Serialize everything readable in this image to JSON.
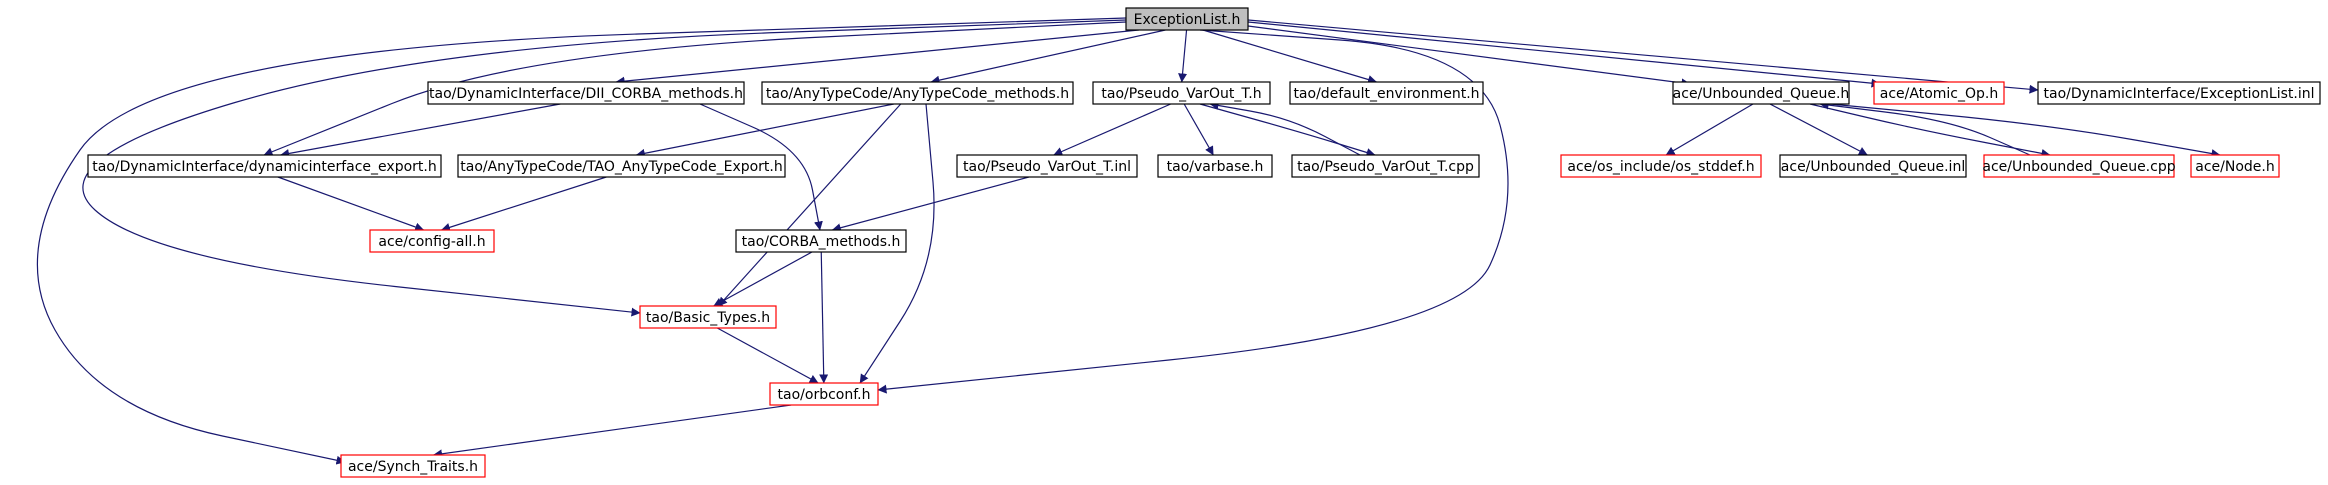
{
  "colors": {
    "edge": "#191970",
    "root_fill": "#bfbfbf",
    "node_border_plain": "#000000",
    "node_border_red": "#ff0000",
    "text": "#000000"
  },
  "nodes": [
    {
      "id": "exceptionlist_h",
      "label": "ExceptionList.h",
      "style": "root"
    },
    {
      "id": "dii_corba_methods_h",
      "label": "tao/DynamicInterface/DII_CORBA_methods.h",
      "style": "plain"
    },
    {
      "id": "anytypecode_methods_h",
      "label": "tao/AnyTypeCode/AnyTypeCode_methods.h",
      "style": "plain"
    },
    {
      "id": "pseudo_varout_t_h",
      "label": "tao/Pseudo_VarOut_T.h",
      "style": "plain"
    },
    {
      "id": "default_environment_h",
      "label": "tao/default_environment.h",
      "style": "plain"
    },
    {
      "id": "unbounded_queue_h",
      "label": "ace/Unbounded_Queue.h",
      "style": "plain"
    },
    {
      "id": "atomic_op_h",
      "label": "ace/Atomic_Op.h",
      "style": "red"
    },
    {
      "id": "exceptionlist_inl",
      "label": "tao/DynamicInterface/ExceptionList.inl",
      "style": "plain"
    },
    {
      "id": "dynamicinterface_export_h",
      "label": "tao/DynamicInterface/dynamicinterface_export.h",
      "style": "plain"
    },
    {
      "id": "tao_anytypecode_export_h",
      "label": "tao/AnyTypeCode/TAO_AnyTypeCode_Export.h",
      "style": "plain"
    },
    {
      "id": "pseudo_varout_t_inl",
      "label": "tao/Pseudo_VarOut_T.inl",
      "style": "plain"
    },
    {
      "id": "varbase_h",
      "label": "tao/varbase.h",
      "style": "plain"
    },
    {
      "id": "pseudo_varout_t_cpp",
      "label": "tao/Pseudo_VarOut_T.cpp",
      "style": "plain"
    },
    {
      "id": "os_stddef_h",
      "label": "ace/os_include/os_stddef.h",
      "style": "red"
    },
    {
      "id": "unbounded_queue_inl",
      "label": "ace/Unbounded_Queue.inl",
      "style": "plain"
    },
    {
      "id": "unbounded_queue_cpp",
      "label": "ace/Unbounded_Queue.cpp",
      "style": "red"
    },
    {
      "id": "node_h",
      "label": "ace/Node.h",
      "style": "red"
    },
    {
      "id": "config_all_h",
      "label": "ace/config-all.h",
      "style": "red"
    },
    {
      "id": "corba_methods_h",
      "label": "tao/CORBA_methods.h",
      "style": "plain"
    },
    {
      "id": "basic_types_h",
      "label": "tao/Basic_Types.h",
      "style": "red"
    },
    {
      "id": "orbconf_h",
      "label": "tao/orbconf.h",
      "style": "red"
    },
    {
      "id": "synch_traits_h",
      "label": "ace/Synch_Traits.h",
      "style": "red"
    }
  ],
  "edges": [
    [
      "exceptionlist_h",
      "dii_corba_methods_h"
    ],
    [
      "exceptionlist_h",
      "anytypecode_methods_h"
    ],
    [
      "exceptionlist_h",
      "pseudo_varout_t_h"
    ],
    [
      "exceptionlist_h",
      "default_environment_h"
    ],
    [
      "exceptionlist_h",
      "unbounded_queue_h"
    ],
    [
      "exceptionlist_h",
      "atomic_op_h"
    ],
    [
      "exceptionlist_h",
      "exceptionlist_inl"
    ],
    [
      "exceptionlist_h",
      "dynamicinterface_export_h"
    ],
    [
      "exceptionlist_h",
      "basic_types_h"
    ],
    [
      "exceptionlist_h",
      "orbconf_h"
    ],
    [
      "exceptionlist_h",
      "synch_traits_h"
    ],
    [
      "dii_corba_methods_h",
      "dynamicinterface_export_h"
    ],
    [
      "dii_corba_methods_h",
      "corba_methods_h"
    ],
    [
      "anytypecode_methods_h",
      "tao_anytypecode_export_h"
    ],
    [
      "anytypecode_methods_h",
      "basic_types_h"
    ],
    [
      "anytypecode_methods_h",
      "orbconf_h"
    ],
    [
      "pseudo_varout_t_h",
      "pseudo_varout_t_inl"
    ],
    [
      "pseudo_varout_t_h",
      "varbase_h"
    ],
    [
      "pseudo_varout_t_h",
      "pseudo_varout_t_cpp"
    ],
    [
      "pseudo_varout_t_cpp",
      "pseudo_varout_t_h"
    ],
    [
      "unbounded_queue_h",
      "os_stddef_h"
    ],
    [
      "unbounded_queue_h",
      "unbounded_queue_inl"
    ],
    [
      "unbounded_queue_h",
      "unbounded_queue_cpp"
    ],
    [
      "unbounded_queue_h",
      "node_h"
    ],
    [
      "unbounded_queue_cpp",
      "unbounded_queue_h"
    ],
    [
      "dynamicinterface_export_h",
      "config_all_h"
    ],
    [
      "tao_anytypecode_export_h",
      "config_all_h"
    ],
    [
      "pseudo_varout_t_inl",
      "corba_methods_h"
    ],
    [
      "corba_methods_h",
      "basic_types_h"
    ],
    [
      "corba_methods_h",
      "orbconf_h"
    ],
    [
      "basic_types_h",
      "orbconf_h"
    ],
    [
      "orbconf_h",
      "synch_traits_h"
    ]
  ]
}
